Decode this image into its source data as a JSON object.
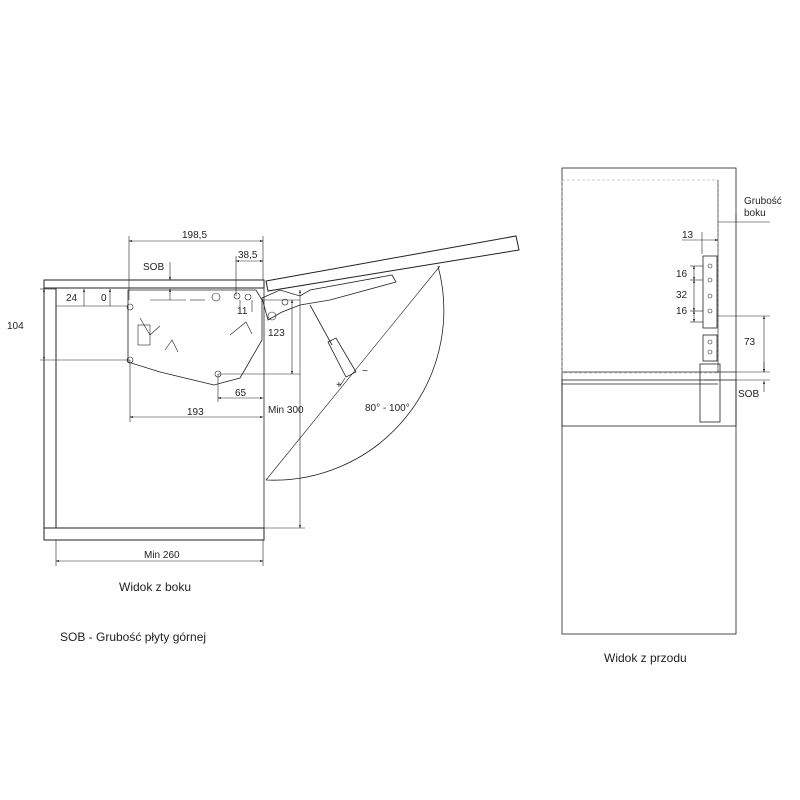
{
  "side_view": {
    "dims": {
      "d198": "198,5",
      "d38": "38,5",
      "sob": "SOB",
      "d24": "24",
      "d0": "0",
      "d11": "11",
      "d104": "104",
      "d123": "123",
      "d65": "65",
      "d193": "193",
      "min300": "Min 300",
      "angle": "80° - 100°",
      "min260": "Min 260"
    },
    "caption": "Widok z boku"
  },
  "legend": "SOB - Grubość płyty górnej",
  "front_view": {
    "dims": {
      "grubosc1": "Grubość",
      "grubosc2": "boku",
      "d13": "13",
      "d16a": "16",
      "d32": "32",
      "d16b": "16",
      "d73": "73",
      "sob": "SOB"
    },
    "caption": "Widok z przodu"
  }
}
